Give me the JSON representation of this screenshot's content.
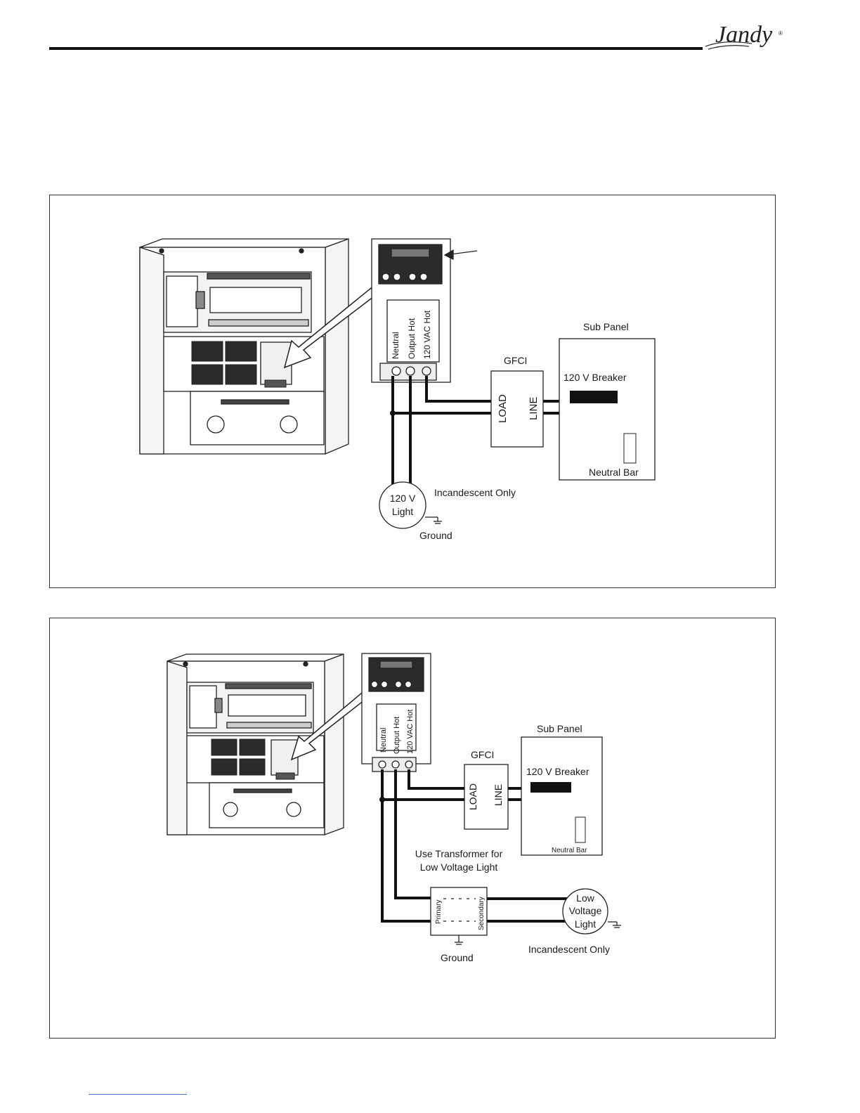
{
  "brand": {
    "name": "Jandy",
    "registered": "®"
  },
  "figure1": {
    "terminal_labels": [
      "Neutral",
      "Output Hot",
      "120 VAC Hot"
    ],
    "gfci": {
      "title": "GFCI",
      "load": "LOAD",
      "line": "LINE"
    },
    "sub_panel": {
      "title": "Sub Panel",
      "breaker": "120 V Breaker",
      "neutral_bar": "Neutral Bar"
    },
    "light": {
      "line1": "120 V",
      "line2": "Light"
    },
    "note": "Incandescent Only",
    "ground": "Ground"
  },
  "figure2": {
    "terminal_labels": [
      "Neutral",
      "Output Hot",
      "120 VAC Hot"
    ],
    "gfci": {
      "title": "GFCI",
      "load": "LOAD",
      "line": "LINE"
    },
    "sub_panel": {
      "title": "Sub Panel",
      "breaker": "120 V Breaker",
      "neutral_bar": "Neutral Bar"
    },
    "transformer": {
      "note_line1": "Use Transformer for",
      "note_line2": "Low Voltage Light",
      "primary": "Primary",
      "secondary": "Secondary"
    },
    "light": {
      "line1": "Low",
      "line2": "Voltage",
      "line3": "Light"
    },
    "note": "Incandescent Only",
    "ground": "Ground"
  },
  "colors": {
    "line": "#1a1a1a",
    "wire": "#111111",
    "panel_fill": "#f2f2f2",
    "relay_dark": "#2b2b2b"
  }
}
